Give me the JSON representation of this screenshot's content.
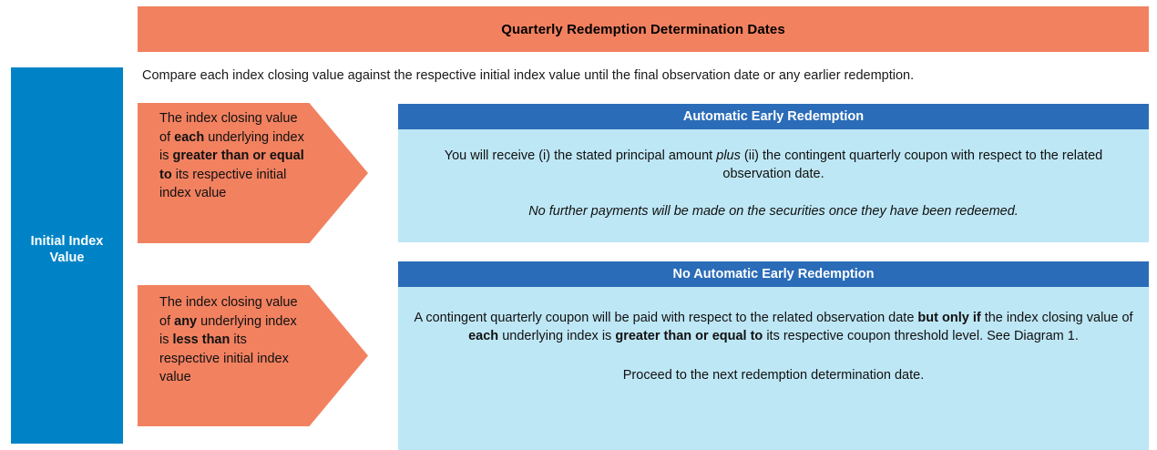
{
  "colors": {
    "orange": "#F28160",
    "blue_side": "#0083C6",
    "blue_header": "#2B6CB8",
    "blue_body": "#BEE7F5",
    "text": "#111111",
    "header_text": "#FFFFFF"
  },
  "banner": {
    "title": "Quarterly Redemption Determination Dates"
  },
  "side_panel": {
    "label": "Initial Index Value"
  },
  "intro": {
    "text": "Compare each index closing value against the respective initial index value until the final observation date or any earlier redemption."
  },
  "arrows": [
    {
      "id": "arrow-greater-than-or-equal",
      "text_plain": "The index closing value of each underlying index is greater than or equal to its respective initial index value",
      "segments": [
        {
          "text": "The index closing value of ",
          "bold": false
        },
        {
          "text": "each",
          "bold": true
        },
        {
          "text": " underlying index is ",
          "bold": false
        },
        {
          "text": "greater than or equal to",
          "bold": true
        },
        {
          "text": " its respective initial index value",
          "bold": false
        }
      ]
    },
    {
      "id": "arrow-less-than",
      "text_plain": "The index closing value of any underlying index is less than its respective initial index value",
      "segments": [
        {
          "text": "The index closing value of ",
          "bold": false
        },
        {
          "text": "any",
          "bold": true
        },
        {
          "text": " underlying index is ",
          "bold": false
        },
        {
          "text": "less than",
          "bold": true
        },
        {
          "text": " its respective initial index value",
          "bold": false
        }
      ]
    }
  ],
  "panels": [
    {
      "id": "automatic-early-redemption",
      "header": "Automatic Early Redemption",
      "paragraph_1_plain": "You will receive (i) the stated principal amount plus (ii) the contingent quarterly coupon with respect to the related observation date.",
      "paragraph_1": {
        "a": "You will receive (i) the stated principal amount ",
        "b_italic": "plus",
        "c": " (ii) the contingent quarterly coupon with respect to the related observation date."
      },
      "paragraph_2_plain": "No further payments will be made on the securities once they have been redeemed.",
      "paragraph_2": {
        "a_italic": "No further payments will be made on the securities once they have been redeemed."
      }
    },
    {
      "id": "no-automatic-early-redemption",
      "header": "No Automatic Early Redemption",
      "paragraph_1_plain": "A contingent quarterly coupon will be paid with respect to the related observation date but only if the index closing value of each underlying index is greater than or equal to its respective coupon threshold level. See Diagram 1.",
      "paragraph_1": {
        "a": "A contingent quarterly coupon will be paid with respect to the related observation date ",
        "b_bold": "but only if",
        "c": " the index closing value of ",
        "d_bold": "each",
        "e": " underlying index is ",
        "f_bold": "greater than or equal to",
        "g": " its respective coupon threshold level. See Diagram 1."
      },
      "paragraph_2_plain": "Proceed to the next redemption determination date.",
      "paragraph_2": {
        "a": "Proceed to the next redemption determination date."
      }
    }
  ]
}
